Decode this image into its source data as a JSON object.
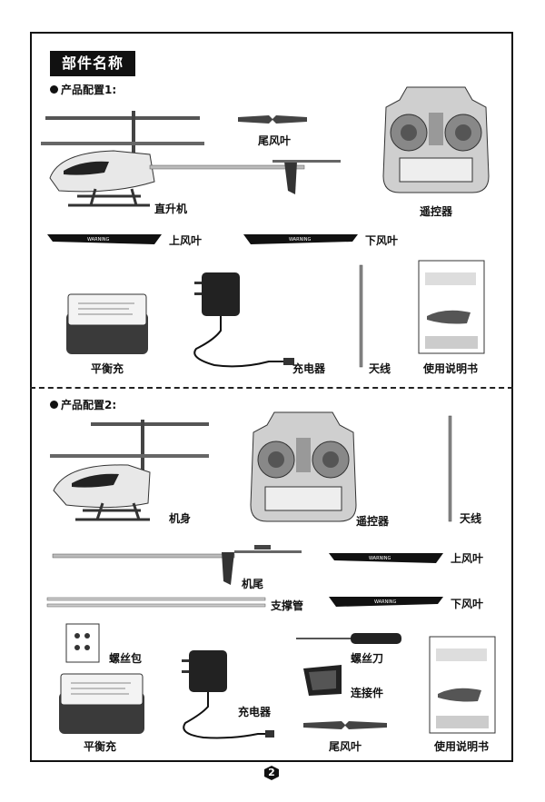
{
  "header": {
    "title": "部件名称"
  },
  "config1": {
    "title": "产品配置1:",
    "labels": {
      "helicopter": "直升机",
      "tail_blade": "尾风叶",
      "remote": "遥控器",
      "upper_blade": "上风叶",
      "lower_blade": "下风叶",
      "balance_charger": "平衡充",
      "charger": "充电器",
      "antenna": "天线",
      "manual": "使用说明书"
    }
  },
  "config2": {
    "title": "产品配置2:",
    "labels": {
      "body": "机身",
      "remote": "遥控器",
      "antenna": "天线",
      "tail": "机尾",
      "upper_blade": "上风叶",
      "support_tube": "支撑管",
      "lower_blade": "下风叶",
      "screw_pack": "螺丝包",
      "screwdriver": "螺丝刀",
      "connector": "连接件",
      "charger": "充电器",
      "balance_charger": "平衡充",
      "tail_blade": "尾风叶",
      "manual": "使用说明书"
    }
  },
  "blade_text": "WARNING",
  "page": {
    "number": "2"
  }
}
